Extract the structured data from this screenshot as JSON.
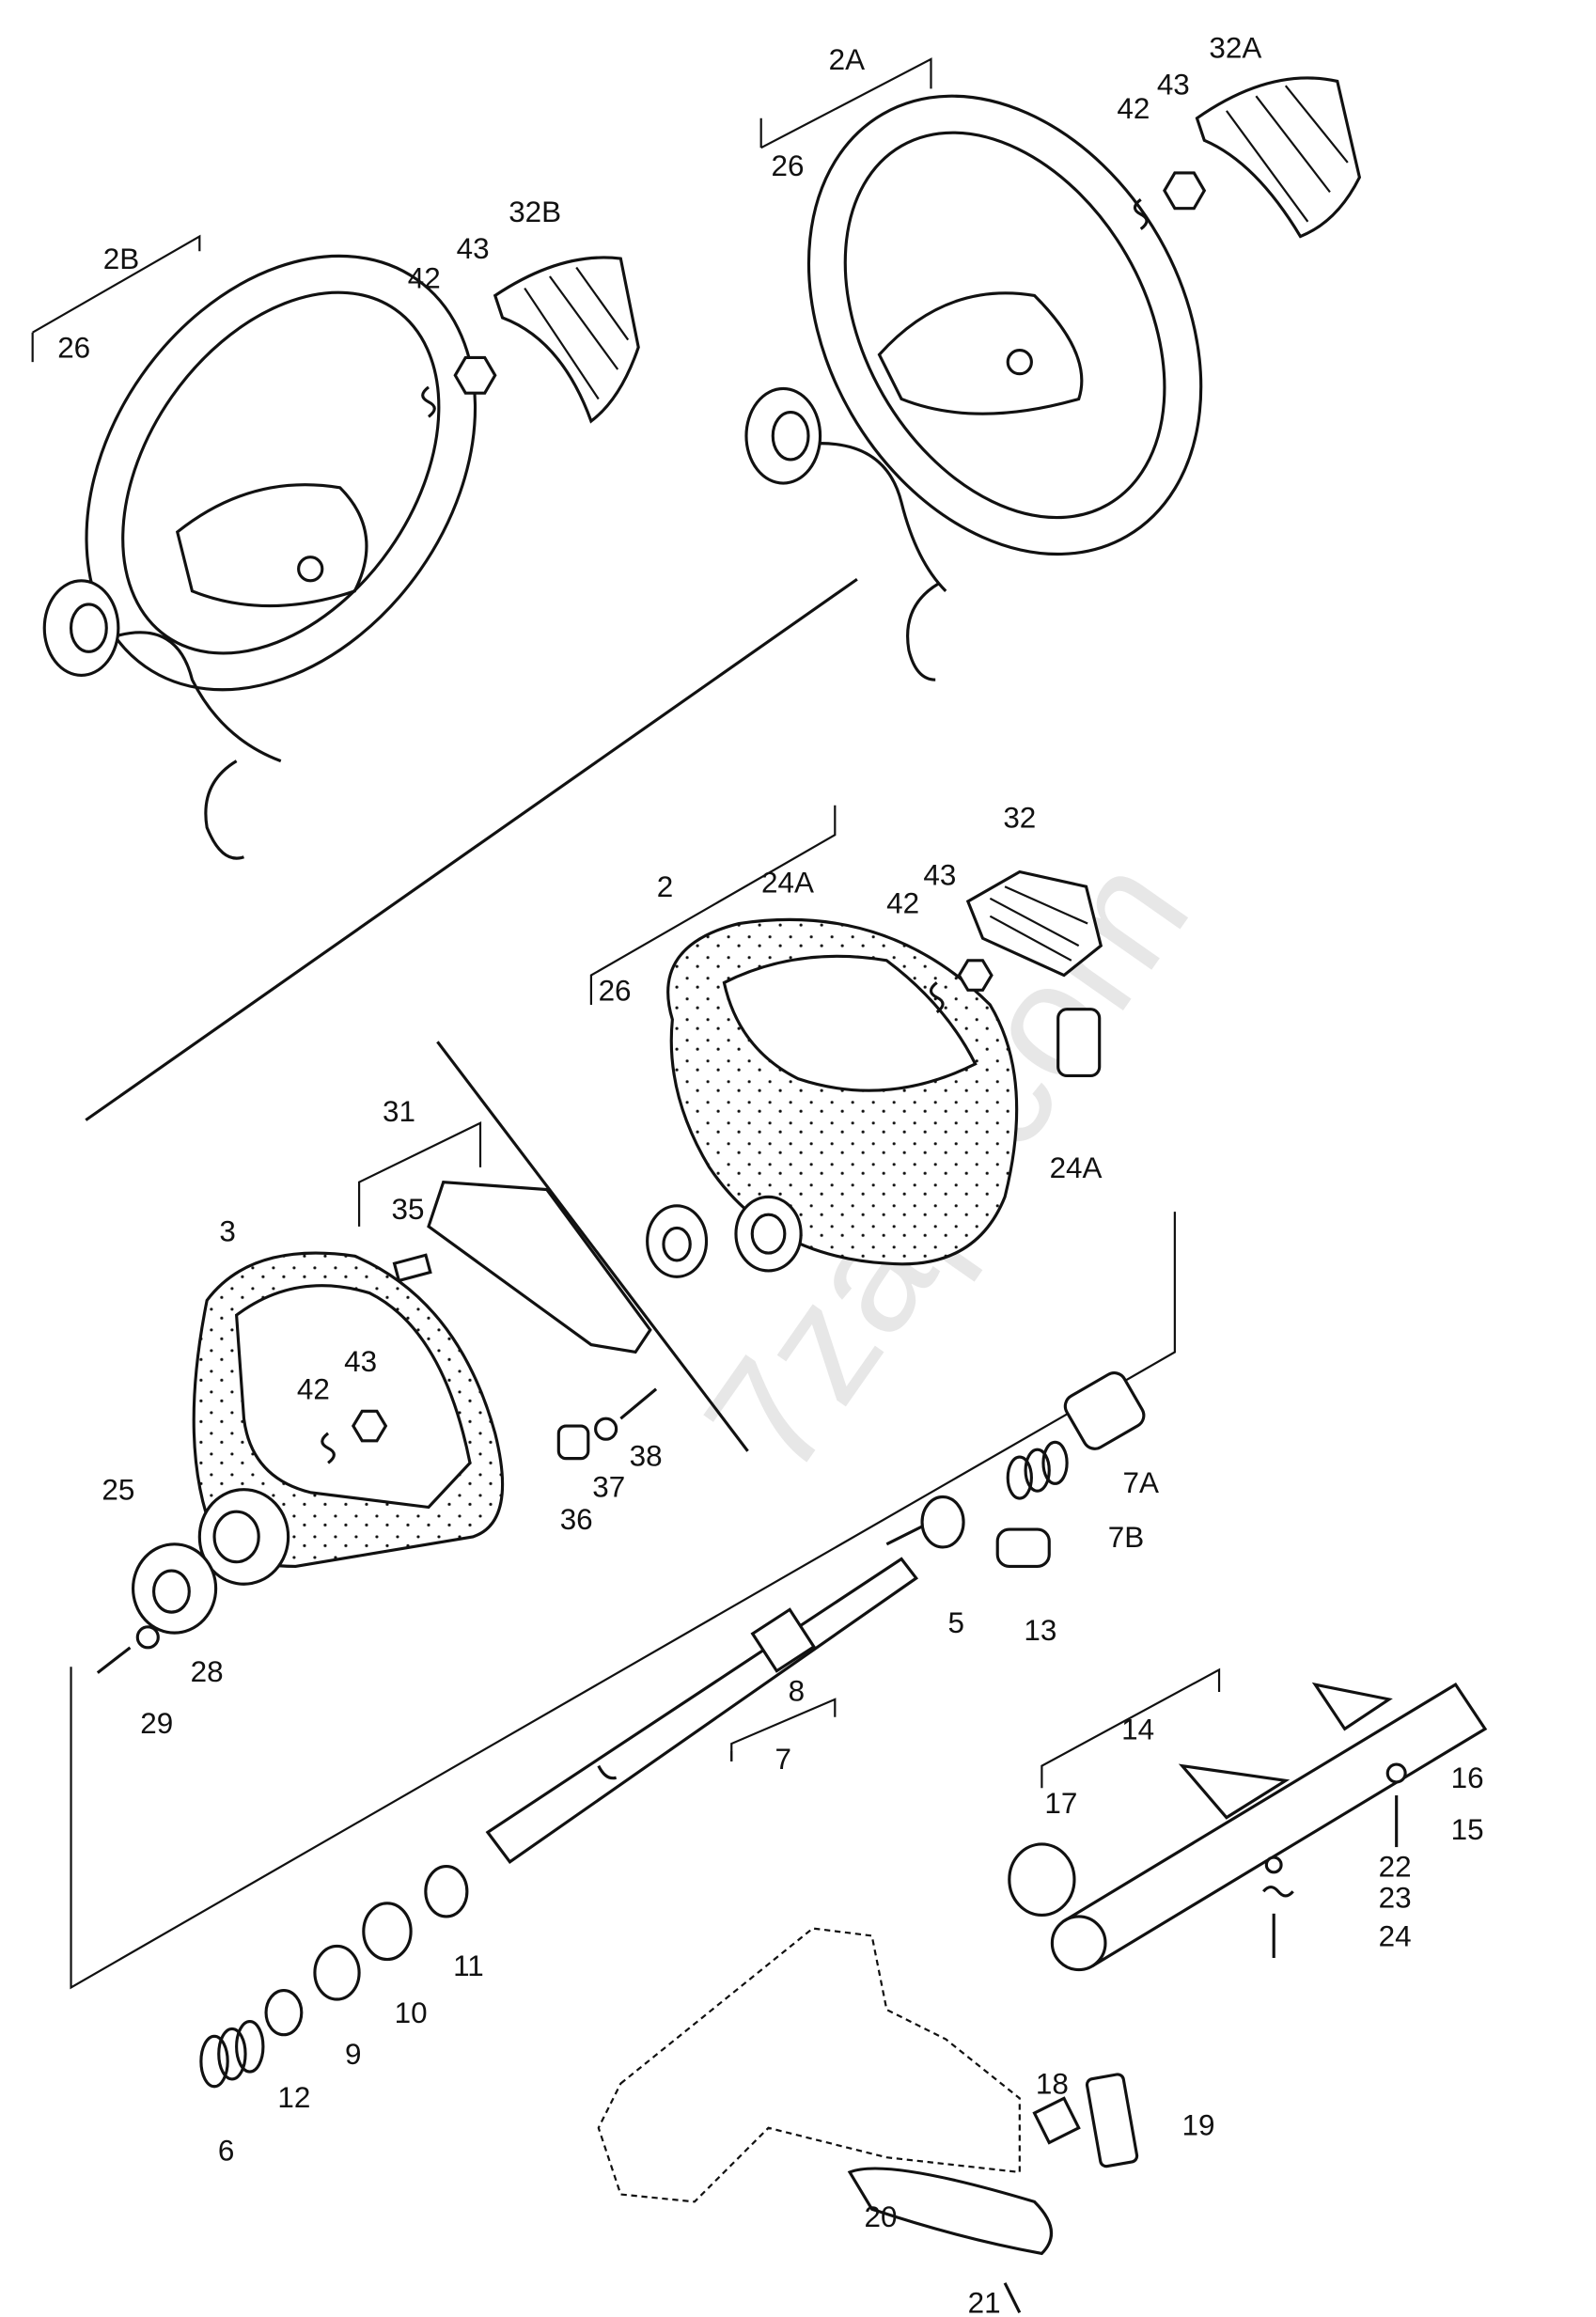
{
  "watermark": "7zap.com",
  "callouts": [
    "2B",
    "26",
    "42",
    "43",
    "32B",
    "2A",
    "26",
    "42",
    "43",
    "32A",
    "2",
    "24A",
    "32",
    "43",
    "42",
    "26",
    "24A",
    "31",
    "35",
    "3",
    "43",
    "42",
    "38",
    "37",
    "36",
    "25",
    "28",
    "29",
    "7A",
    "7B",
    "5",
    "13",
    "8",
    "7",
    "14",
    "16",
    "15",
    "17",
    "22",
    "23",
    "24",
    "11",
    "10",
    "9",
    "12",
    "6",
    "18",
    "19",
    "20",
    "21"
  ]
}
